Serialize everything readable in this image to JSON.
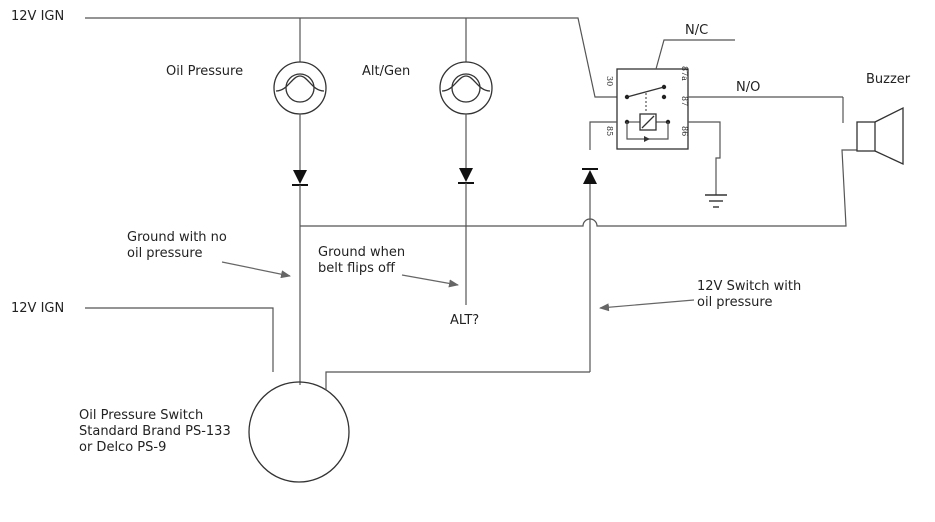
{
  "labels": {
    "ign_top": "12V IGN",
    "ign_bottom": "12V IGN",
    "oil_pressure": "Oil Pressure",
    "alt_gen": "Alt/Gen",
    "nc": "N/C",
    "no": "N/O",
    "buzzer": "Buzzer",
    "ground_no_oil": [
      "Ground with no",
      "oil pressure"
    ],
    "ground_belt": [
      "Ground when",
      "belt flips off"
    ],
    "alt_q": "ALT?",
    "switch_12v": [
      "12V Switch with",
      "oil pressure"
    ],
    "oil_switch": [
      "Oil Pressure Switch",
      "Standard Brand PS-133",
      "or Delco PS-9"
    ]
  },
  "relay_pins": {
    "p30": "30",
    "p87a": "87a",
    "p87": "87",
    "p85": "85",
    "p86": "86"
  }
}
